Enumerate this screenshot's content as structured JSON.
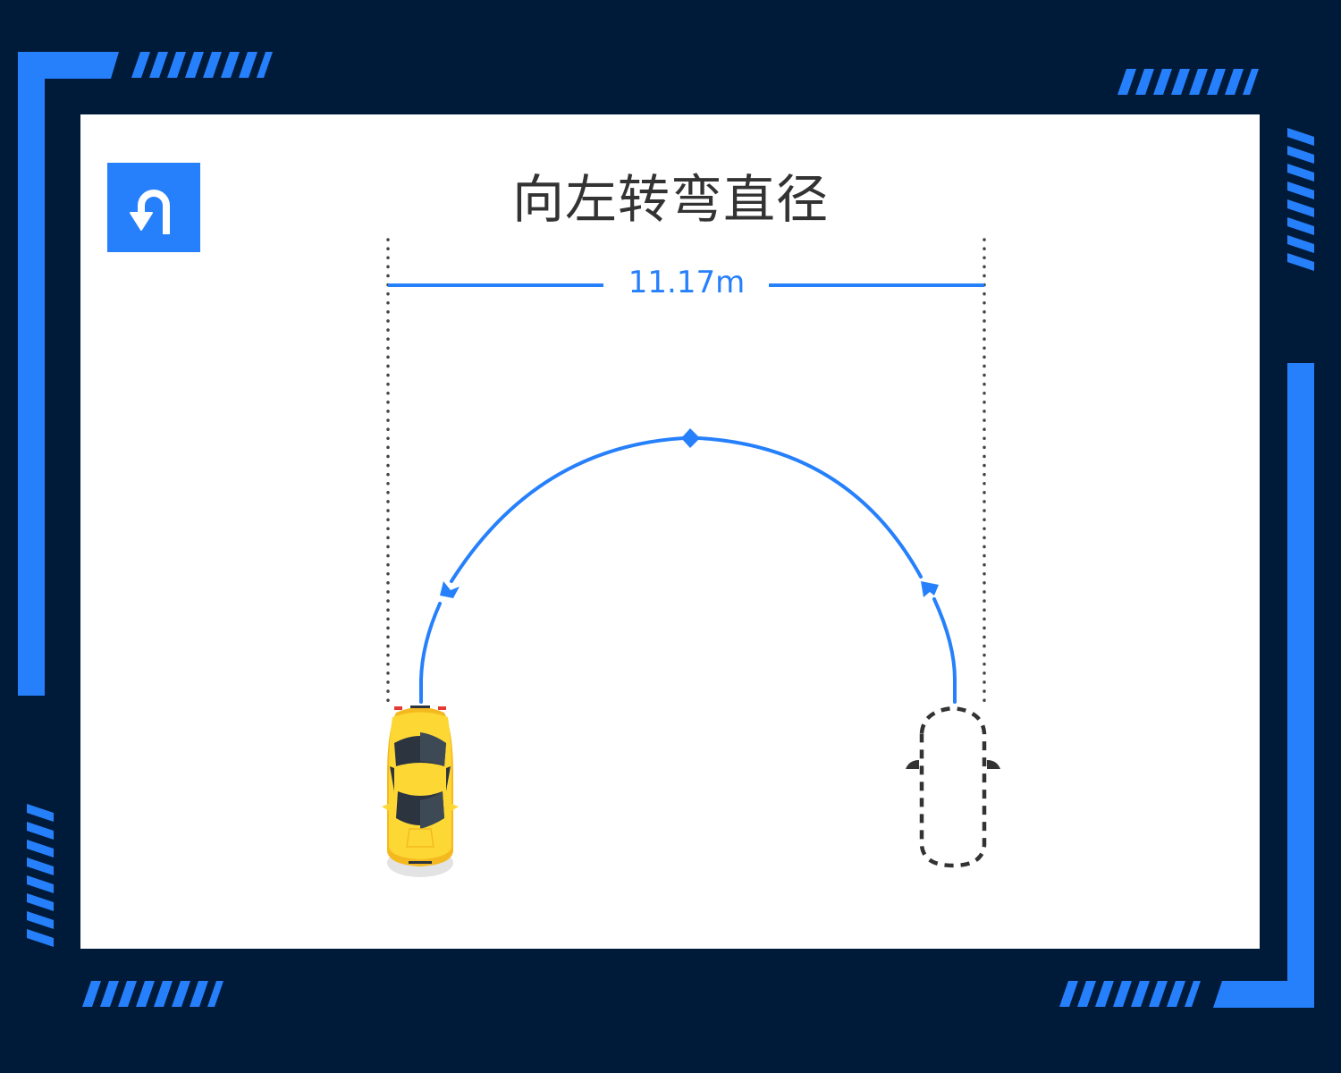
{
  "title": "向左转弯直径",
  "icon": {
    "name": "u-turn-left-icon",
    "glyph": "⮌",
    "background": "#2680fc"
  },
  "measurement": {
    "value": "11.17",
    "unit": "m",
    "label": "11.17m",
    "color": "#2680fc"
  },
  "diagram": {
    "start_vehicle": {
      "type": "car",
      "color": "#fdd835",
      "state": "actual"
    },
    "end_vehicle": {
      "type": "car-outline",
      "style": "dashed",
      "state": "projected"
    },
    "path": {
      "shape": "semicircle",
      "direction": "counter-clockwise (left turn)",
      "color": "#2680fc"
    }
  },
  "colors": {
    "background": "#001b3a",
    "accent": "#2680fc",
    "panel": "#ffffff",
    "text": "#333333"
  }
}
